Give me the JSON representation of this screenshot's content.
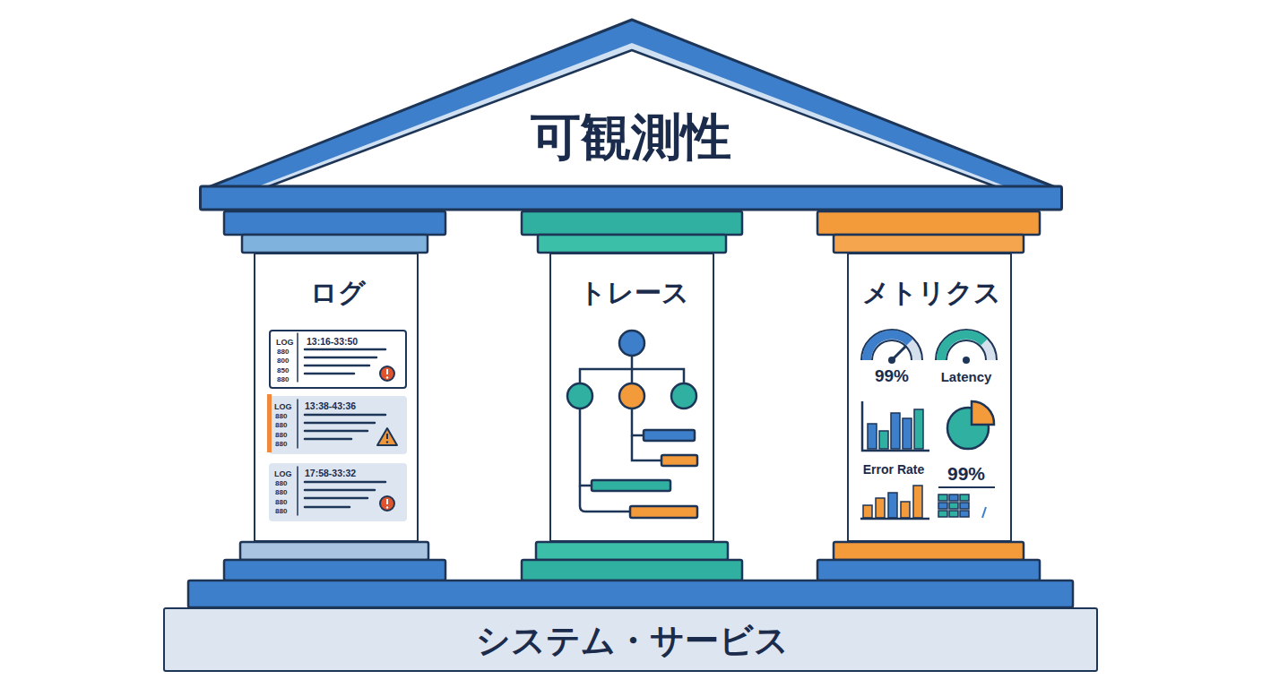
{
  "diagram": {
    "nodes": [
      {
        "text": [
          "可観測性"
        ]
      },
      {
        "text": [
          "ログ"
        ]
      },
      {
        "text": [
          "LOG",
          "13:16-33:50",
          "880",
          "800",
          "850",
          "880"
        ],
        "in": 1
      },
      {
        "text": [
          "LOG",
          "13:38-43:36",
          "880",
          "880",
          "880",
          "880"
        ],
        "in": 1
      },
      {
        "text": [
          "LOG",
          "17:58-33:32",
          "880",
          "880",
          "880",
          "880"
        ],
        "in": 1
      },
      {
        "text": [
          "トレース"
        ]
      },
      {
        "text": [
          "メトリクス"
        ]
      },
      {
        "text": [
          "システム・サービス"
        ]
      }
    ],
    "labels": [
      "99%",
      "Latency",
      "Error Rate",
      "99%"
    ]
  }
}
